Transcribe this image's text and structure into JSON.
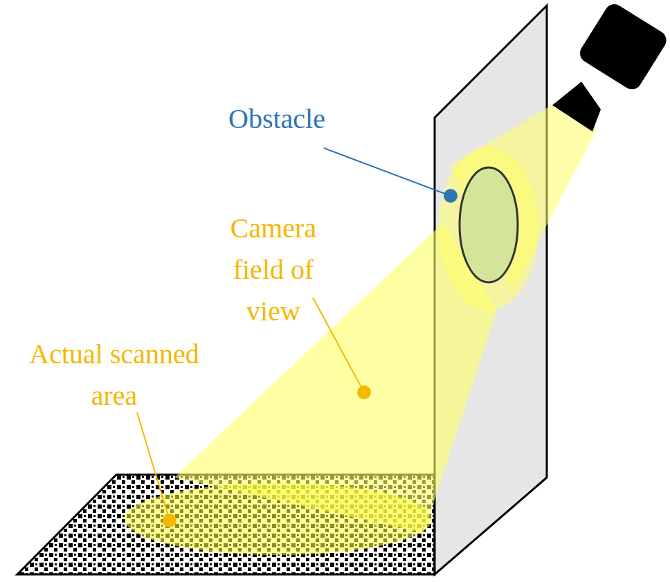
{
  "diagram": {
    "labels": [
      "Obstacle",
      "Camera field of view",
      "Actual scanned area"
    ]
  }
}
